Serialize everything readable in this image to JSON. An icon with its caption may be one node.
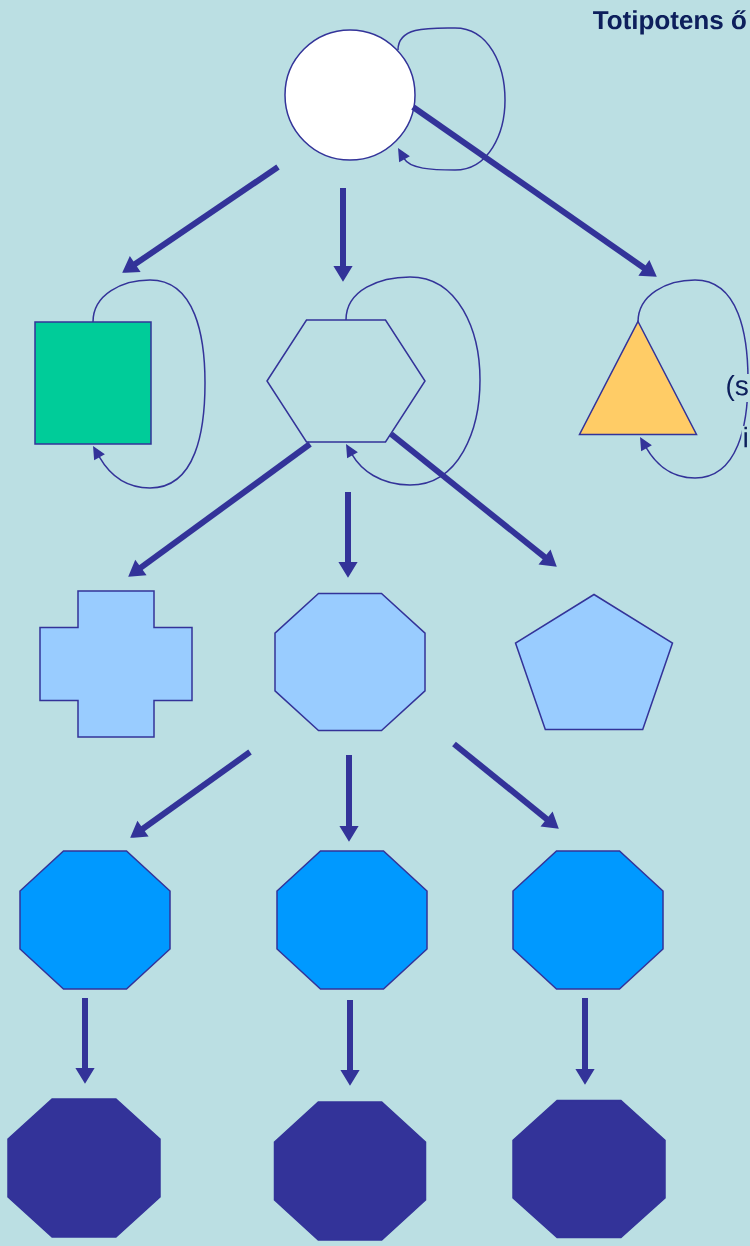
{
  "diagram": {
    "title": "Totipotens ő",
    "nodes": [
      {
        "text": [],
        "shape": "circle"
      },
      {
        "text": [],
        "shape": "box"
      },
      {
        "text": [],
        "shape": "hexagon"
      },
      {
        "text": [],
        "shape": "triangle"
      },
      {
        "text": [],
        "shape": "cross"
      },
      {
        "text": [],
        "shape": "octagon"
      },
      {
        "text": [],
        "shape": "pentagon"
      },
      {
        "text": [],
        "shape": "octagon"
      },
      {
        "text": [],
        "shape": "octagon"
      },
      {
        "text": [],
        "shape": "octagon"
      },
      {
        "text": [],
        "shape": "octagon"
      },
      {
        "text": [],
        "shape": "octagon"
      },
      {
        "text": [],
        "shape": "octagon"
      }
    ],
    "edges": [
      {
        "from": 0,
        "to": 0,
        "arrow": "to"
      },
      {
        "from": 0,
        "to": 1,
        "arrow": "to"
      },
      {
        "from": 0,
        "to": 2,
        "arrow": "to"
      },
      {
        "from": 0,
        "to": 3,
        "arrow": "to"
      },
      {
        "from": 1,
        "to": 1,
        "arrow": "to"
      },
      {
        "from": 2,
        "to": 2,
        "arrow": "to"
      },
      {
        "from": 3,
        "to": 3,
        "arrow": "to"
      },
      {
        "from": 2,
        "to": 4,
        "arrow": "to"
      },
      {
        "from": 2,
        "to": 5,
        "arrow": "to"
      },
      {
        "from": 2,
        "to": 6,
        "arrow": "to"
      },
      {
        "from": 5,
        "to": 7,
        "arrow": "to"
      },
      {
        "from": 5,
        "to": 8,
        "arrow": "to"
      },
      {
        "from": 5,
        "to": 9,
        "arrow": "to"
      },
      {
        "from": 7,
        "to": 10,
        "arrow": "to"
      },
      {
        "from": 8,
        "to": 11,
        "arrow": "to"
      },
      {
        "from": 9,
        "to": 12,
        "arrow": "to"
      }
    ],
    "labels": [
      "(s",
      "i"
    ]
  }
}
